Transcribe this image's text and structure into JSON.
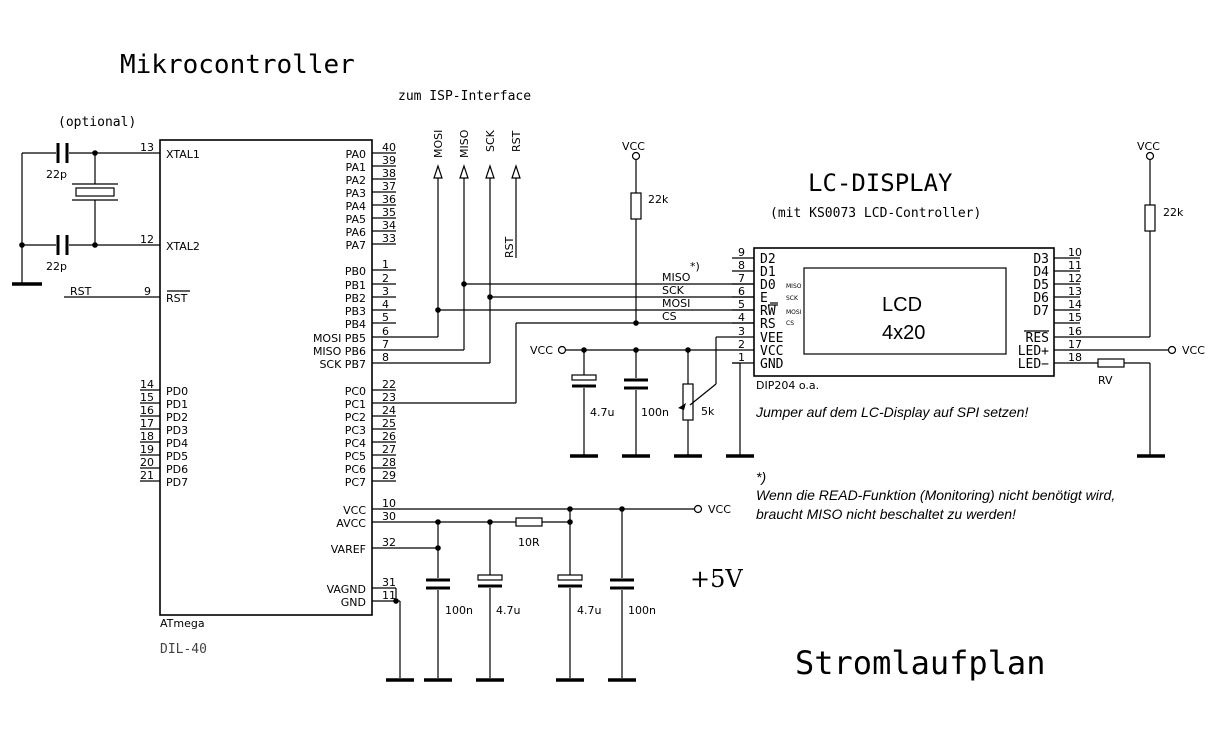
{
  "titles": {
    "mcu_title": "Mikrocontroller",
    "isp_note": "zum ISP-Interface",
    "optional": "(optional)",
    "lcd_title": "LC-DISPLAY",
    "lcd_subtitle": "(mit KS0073 LCD-Controller)",
    "plan": "Stromlaufplan",
    "supply": "+5V"
  },
  "mcu": {
    "name": "ATmega",
    "package": "DIL-40",
    "left_pins": [
      {
        "num": "13",
        "label": "XTAL1"
      },
      {
        "num": "12",
        "label": "XTAL2"
      },
      {
        "num": "9",
        "label": "RST"
      },
      {
        "num": "14",
        "label": "PD0"
      },
      {
        "num": "15",
        "label": "PD1"
      },
      {
        "num": "16",
        "label": "PD2"
      },
      {
        "num": "17",
        "label": "PD3"
      },
      {
        "num": "18",
        "label": "PD4"
      },
      {
        "num": "19",
        "label": "PD5"
      },
      {
        "num": "20",
        "label": "PD6"
      },
      {
        "num": "21",
        "label": "PD7"
      }
    ],
    "right_pins": [
      {
        "num": "40",
        "label": "PA0"
      },
      {
        "num": "39",
        "label": "PA1"
      },
      {
        "num": "38",
        "label": "PA2"
      },
      {
        "num": "37",
        "label": "PA3"
      },
      {
        "num": "36",
        "label": "PA4"
      },
      {
        "num": "35",
        "label": "PA5"
      },
      {
        "num": "34",
        "label": "PA6"
      },
      {
        "num": "33",
        "label": "PA7"
      },
      {
        "num": "1",
        "label": "PB0"
      },
      {
        "num": "2",
        "label": "PB1"
      },
      {
        "num": "3",
        "label": "PB2"
      },
      {
        "num": "4",
        "label": "PB3"
      },
      {
        "num": "5",
        "label": "PB4"
      },
      {
        "num": "6",
        "label": "MOSI PB5"
      },
      {
        "num": "7",
        "label": "MISO PB6"
      },
      {
        "num": "8",
        "label": "SCK PB7"
      },
      {
        "num": "22",
        "label": "PC0"
      },
      {
        "num": "23",
        "label": "PC1"
      },
      {
        "num": "24",
        "label": "PC2"
      },
      {
        "num": "25",
        "label": "PC3"
      },
      {
        "num": "26",
        "label": "PC4"
      },
      {
        "num": "27",
        "label": "PC5"
      },
      {
        "num": "28",
        "label": "PC6"
      },
      {
        "num": "29",
        "label": "PC7"
      },
      {
        "num": "10",
        "label": "VCC"
      },
      {
        "num": "30",
        "label": "AVCC"
      },
      {
        "num": "32",
        "label": "VAREF"
      },
      {
        "num": "31",
        "label": "VAGND"
      },
      {
        "num": "11",
        "label": "GND"
      }
    ]
  },
  "isp": [
    "MOSI",
    "MISO",
    "SCK",
    "RST"
  ],
  "rst_net": "RST",
  "lcd": {
    "text1": "LCD",
    "text2": "4x20",
    "model": "DIP204 o.a.",
    "left_pins": [
      {
        "num": "9",
        "label": "D2"
      },
      {
        "num": "8",
        "label": "D1"
      },
      {
        "num": "7",
        "label": "D0",
        "tag": "MISO"
      },
      {
        "num": "6",
        "label": "E",
        "tag": "SCK"
      },
      {
        "num": "5",
        "label": "RW",
        "tag": "MOSI"
      },
      {
        "num": "4",
        "label": "RS",
        "tag": "CS"
      },
      {
        "num": "3",
        "label": "VEE"
      },
      {
        "num": "2",
        "label": "VCC"
      },
      {
        "num": "1",
        "label": "GND"
      }
    ],
    "right_pins": [
      {
        "num": "10",
        "label": "D3"
      },
      {
        "num": "11",
        "label": "D4"
      },
      {
        "num": "12",
        "label": "D5"
      },
      {
        "num": "13",
        "label": "D6"
      },
      {
        "num": "14",
        "label": "D7"
      },
      {
        "num": "15",
        "label": ""
      },
      {
        "num": "16",
        "label": "RES"
      },
      {
        "num": "17",
        "label": "LED+"
      },
      {
        "num": "18",
        "label": "LED−"
      }
    ]
  },
  "nets": {
    "miso": "MISO",
    "sck": "SCK",
    "mosi": "MOSI",
    "cs": "CS",
    "note_marker": "*)",
    "vcc": "VCC"
  },
  "components": {
    "c_xtal1": "22p",
    "c_xtal2": "22p",
    "r_cs": "22k",
    "r_res": "22k",
    "c_lcd_elko": "4.7u",
    "c_lcd_cer": "100n",
    "pot": "5k",
    "rv": "RV",
    "c_ref": "100n",
    "c_avcc": "4.7u",
    "r_filter": "10R",
    "c_vcc_elko": "4.7u",
    "c_vcc_cer": "100n"
  },
  "notes": {
    "jumper": "Jumper auf dem LC-Display auf SPI setzen!",
    "footnote_marker": "*)",
    "footnote_line1": "Wenn die READ-Funktion (Monitoring) nicht benötigt wird,",
    "footnote_line2": "braucht MISO nicht beschaltet zu werden!"
  }
}
